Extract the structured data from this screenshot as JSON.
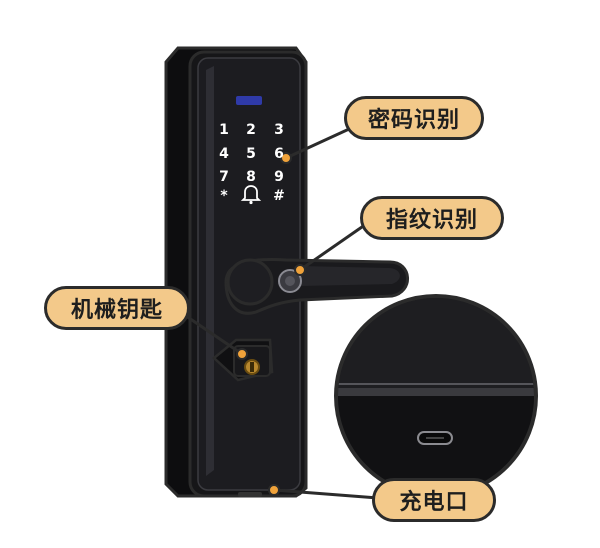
{
  "keypad": {
    "keys": [
      [
        "1",
        "2",
        "3"
      ],
      [
        "4",
        "5",
        "6"
      ],
      [
        "7",
        "8",
        "9"
      ],
      [
        "*",
        "",
        "#"
      ]
    ],
    "bell_icon": "bell-icon"
  },
  "callouts": {
    "password": "密码识别",
    "fingerprint": "指纹识别",
    "mechanical_key": "机械钥匙",
    "charging_port": "充电口"
  },
  "colors": {
    "callout_fill": "#f3c98a",
    "leader_dot": "#f0a23a",
    "lock_body": "#141416"
  }
}
